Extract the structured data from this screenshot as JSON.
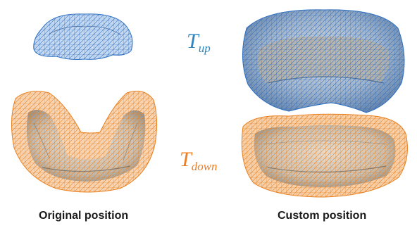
{
  "labels": {
    "upper": {
      "main": "T",
      "sub": "up",
      "color": "#2e86c1"
    },
    "lower": {
      "main": "T",
      "sub": "down",
      "color": "#ef7d22"
    }
  },
  "captions": {
    "left": "Original position",
    "right": "Custom position"
  },
  "colors": {
    "blue_mesh": "#3b78c9",
    "orange_mesh": "#f08a2a",
    "tooth": "#d8cfc2",
    "tooth_shadow": "#8f8578"
  }
}
